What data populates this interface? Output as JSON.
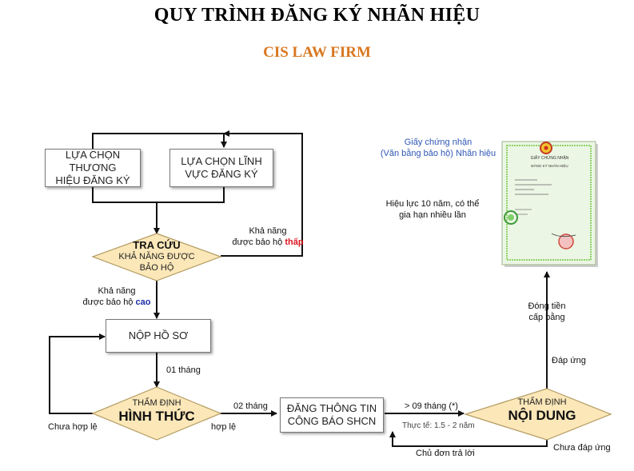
{
  "header": {
    "title": "QUY TRÌNH ĐĂNG KÝ NHÃN HIỆU",
    "subtitle": "CIS LAW FIRM"
  },
  "nodes": {
    "select_mark": [
      "LỰA CHỌN THƯƠNG",
      "HIỆU ĐĂNG KÝ"
    ],
    "select_field": [
      "LỰA CHỌN LĨNH",
      "VỰC ĐĂNG KÝ"
    ],
    "search": {
      "title": "TRA CỨU",
      "line2": "KHẢ NĂNG ĐƯỢC",
      "line3": "BẢO HỘ"
    },
    "submit": "NỘP HỒ SƠ",
    "formal_exam": {
      "title": "THẨM ĐỊNH",
      "main": "HÌNH THỨC"
    },
    "publish": [
      "ĐĂNG THÔNG TIN",
      "CÔNG BÁO SHCN"
    ],
    "content_exam": {
      "title": "THẨM ĐỊNH",
      "main": "NỘI DUNG"
    }
  },
  "labels": {
    "low_line1": "Khả năng",
    "low_line2": "được bảo hộ",
    "low_word": "thấp",
    "high_line1": "Khả năng",
    "high_line2": "được bảo hộ",
    "high_word": "cao",
    "one_month": "01 tháng",
    "two_months": "02 tháng",
    "invalid": "Chưa hợp lệ",
    "valid": "hợp lệ",
    "nine_months": "> 09 tháng (*)",
    "actual": "Thực tế: 1.5 - 2 năm",
    "not_met": "Chưa đáp ứng",
    "reply": "Chủ đơn trả lời",
    "met": "Đáp ứng",
    "fee_line1": "Đóng tiền",
    "fee_line2": "cấp bằng"
  },
  "certificate": {
    "caption_line1": "Giấy chứng nhận",
    "caption_line2": "(Văn bằng bảo hộ) Nhãn hiệu",
    "validity_line1": "Hiệu lực 10 năm, có thể",
    "validity_line2": "gia hạn nhiều lần",
    "doc_heading": "GIẤY CHỨNG NHẬN",
    "doc_sub": "ĐĂNG KÝ NHÃN HIỆU"
  },
  "colors": {
    "diamond_fill": "#fbe7b8",
    "diamond_stroke": "#b39a60",
    "title_orange": "#d9771f",
    "low_red": "#e0141e",
    "high_navy": "#1d2fa8",
    "caption_blue": "#2e57b5"
  }
}
